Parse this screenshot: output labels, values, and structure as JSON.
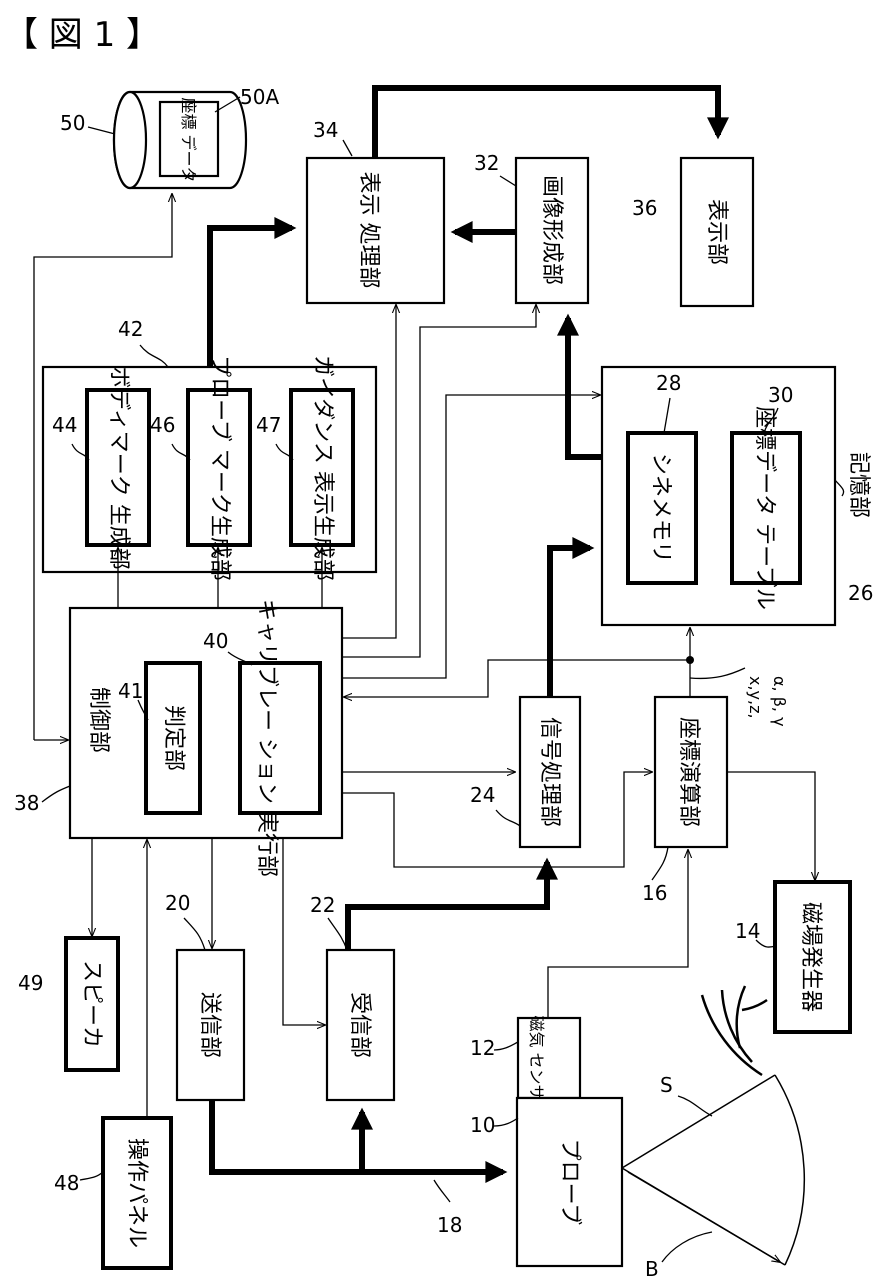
{
  "figure_label": "【 図 1 】",
  "blocks": {
    "storage_device": {
      "ref": "50",
      "label": "座標 データ",
      "ref_a": "50A"
    },
    "display_processing": {
      "ref": "34",
      "label": "表示 処理部"
    },
    "image_forming": {
      "ref": "32",
      "label": "画像形成部"
    },
    "display": {
      "ref": "36",
      "label": "表示部"
    },
    "mark_group": {
      "ref": "42"
    },
    "body_mark": {
      "ref": "44",
      "label": "ボディマーク 生成部"
    },
    "probe_mark": {
      "ref": "46",
      "label": "プローブ マーク生成部"
    },
    "guidance": {
      "ref": "47",
      "label": "ガイダンス 表示生成部"
    },
    "storage_unit": {
      "ref": "26",
      "label": "記憶部"
    },
    "cine_memory": {
      "ref": "28",
      "label": "シネメモリ"
    },
    "coord_table": {
      "ref": "30",
      "label": "座標データ テーブル"
    },
    "control": {
      "ref": "38",
      "label": "制御部"
    },
    "judgment": {
      "ref": "41",
      "label": "判定部"
    },
    "calibration": {
      "ref": "40",
      "label": "キャリブレー ション 実行部"
    },
    "signal_processing": {
      "ref": "24",
      "label": "信号処理部"
    },
    "coord_calc": {
      "ref": "16",
      "label": "座標演算部"
    },
    "coord_vars": {
      "line1": "x,y,z,",
      "line2": "α, β, γ"
    },
    "magnetic_generator": {
      "ref": "14",
      "label": "磁場発生器"
    },
    "speaker": {
      "ref": "49",
      "label": "スピーカ"
    },
    "transmitter": {
      "ref": "20",
      "label": "送信部"
    },
    "receiver": {
      "ref": "22",
      "label": "受信部"
    },
    "magnetic_sensor": {
      "ref": "12",
      "label": "磁気 センサ"
    },
    "probe": {
      "ref": "10",
      "label": "プローブ"
    },
    "operation_panel": {
      "ref": "48",
      "label": "操作パネル"
    },
    "cable": {
      "ref": "18"
    },
    "scan_plane": {
      "ref": "S"
    },
    "beam": {
      "ref": "B"
    }
  }
}
